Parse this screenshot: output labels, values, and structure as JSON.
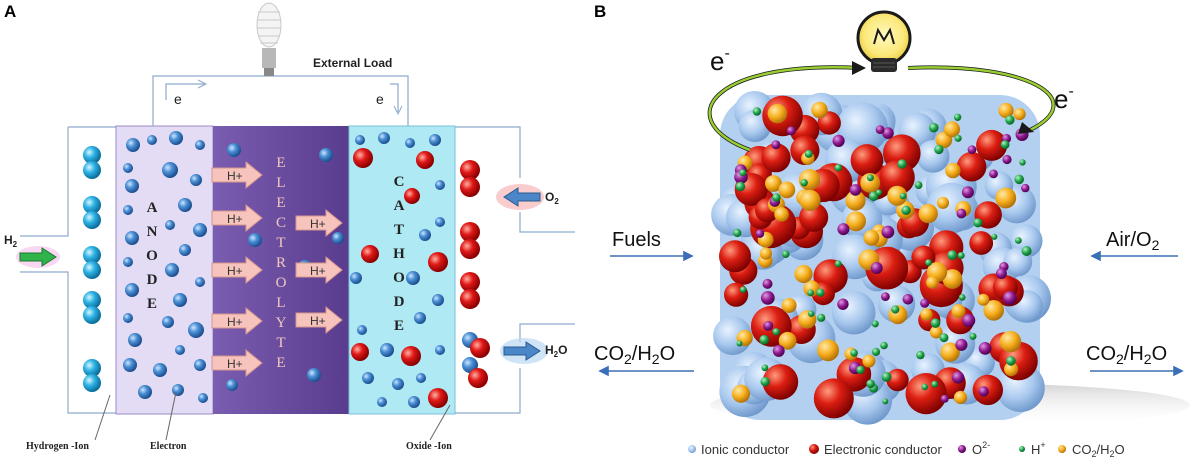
{
  "panel_a": {
    "label": "A",
    "external_load": "External Load",
    "electron_left": "e",
    "electron_right": "e",
    "h2_label": "H",
    "h2_sub": "2",
    "o2_label": "O",
    "o2_sub": "2",
    "h2o_label": "H",
    "h2o_sub": "2",
    "h2o_tail": "O",
    "anode": [
      "A",
      "N",
      "O",
      "D",
      "E"
    ],
    "electrolyte": [
      "E",
      "L",
      "E",
      "C",
      "T",
      "R",
      "O",
      "L",
      "Y",
      "T",
      "E"
    ],
    "cathode": [
      "C",
      "A",
      "T",
      "H",
      "O",
      "D",
      "E"
    ],
    "h_plus": "H+",
    "hydrogen_ion": "Hydrogen -Ion",
    "electron": "Electron",
    "oxide_ion": "Oxide -Ion",
    "colors": {
      "anode_bg": "#e3dcf4",
      "electrolyte_bg": "#6c4fa0",
      "cathode_bg": "#aee9f4",
      "blue_ball": "#4a8fd4",
      "red_ball": "#e01818",
      "arrow_pink": "#f6c4bc"
    }
  },
  "panel_b": {
    "label": "B",
    "e_left": "e",
    "e_left_sup": "-",
    "e_right": "e",
    "e_right_sup": "-",
    "fuels": "Fuels",
    "air": "Air/O",
    "air_sub": "2",
    "co2_left": "CO",
    "co2_left_sub": "2",
    "co2_left_tail": "/H",
    "co2_left_sub2": "2",
    "co2_left_tail2": "O",
    "co2_right": "CO",
    "co2_right_sub": "2",
    "co2_right_tail": "/H",
    "co2_right_sub2": "2",
    "co2_right_tail2": "O",
    "legend": {
      "ionic": "Ionic conductor",
      "electronic": "Electronic conductor",
      "oxygen": "O",
      "oxygen_sup": "2-",
      "proton": "H",
      "proton_sup": "+",
      "co2h2o": "CO",
      "co2h2o_sub": "2",
      "co2h2o_tail": "/H",
      "co2h2o_sub2": "2",
      "co2h2o_tail2": "O"
    },
    "colors": {
      "ionic": "#a8c8ee",
      "electronic": "#dc1e12",
      "oxygen": "#8e1a8e",
      "proton": "#1fa54a",
      "co2h2o": "#f5ad1a",
      "wire": "#9acd32"
    }
  }
}
